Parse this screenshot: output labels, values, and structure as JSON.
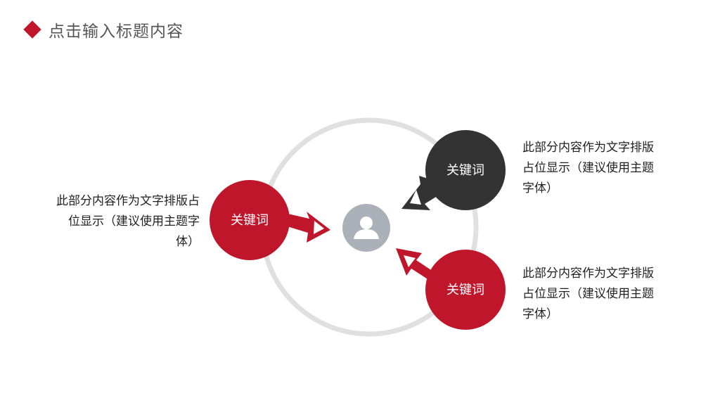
{
  "title": "点击输入标题内容",
  "colors": {
    "accent": "#c0162c",
    "dark": "#333333",
    "ring": "#e0e0e0",
    "avatar": "#aab1b9"
  },
  "nodes": {
    "left": {
      "label": "关键词",
      "color": "#c0162c"
    },
    "top_right": {
      "label": "关键词",
      "color": "#333333"
    },
    "bottom_right": {
      "label": "关键词",
      "color": "#c0162c"
    }
  },
  "center_icon": "user-icon",
  "texts": {
    "left": "此部分内容作为文字排版占位显示（建议使用主题字体）",
    "top_right": "此部分内容作为文字排版占位显示（建议使用主题字体）",
    "bottom_right": "此部分内容作为文字排版占位显示（建议使用主题字体）"
  }
}
